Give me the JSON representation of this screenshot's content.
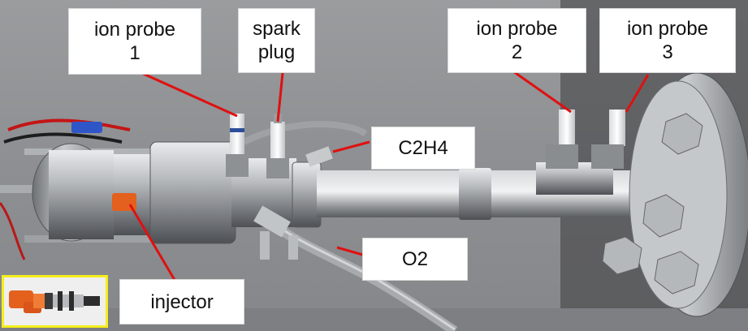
{
  "labels": {
    "ion_probe_1": [
      "ion probe",
      "1"
    ],
    "spark_plug": [
      "spark",
      "plug"
    ],
    "ion_probe_2": [
      "ion probe",
      "2"
    ],
    "ion_probe_3": [
      "ion probe",
      "3"
    ],
    "c2h4": "C2H4",
    "o2": "O2",
    "injector": "injector"
  },
  "colors": {
    "leader_line": "#e01010",
    "inset_border": "#f4ee1c",
    "label_background": "#ffffff"
  }
}
